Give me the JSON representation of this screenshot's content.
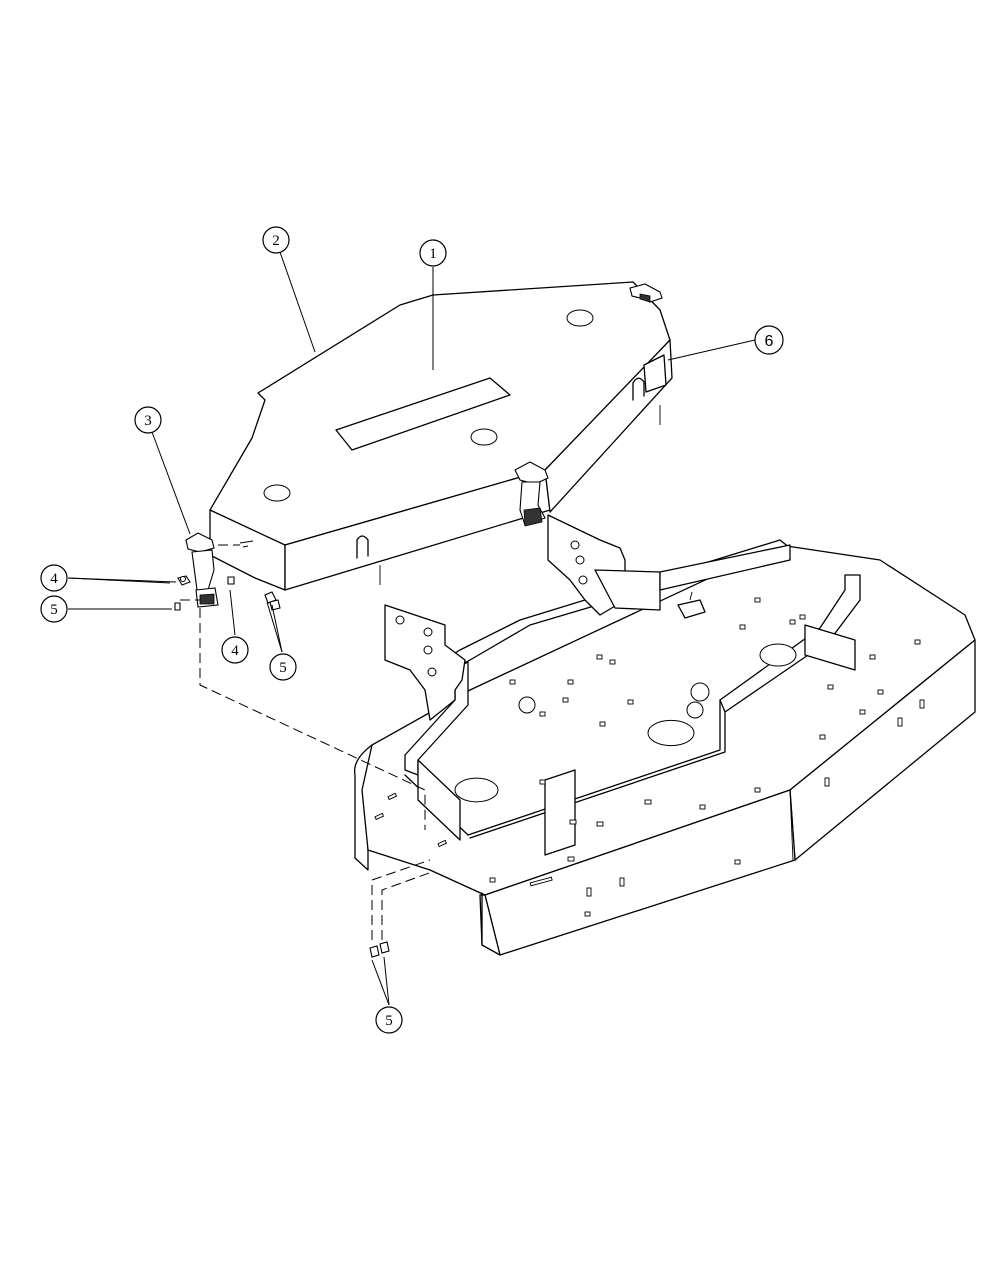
{
  "callouts": [
    {
      "id": "c1",
      "label": "1"
    },
    {
      "id": "c2",
      "label": "2"
    },
    {
      "id": "c3",
      "label": "3"
    },
    {
      "id": "c4a",
      "label": "4"
    },
    {
      "id": "c4b",
      "label": "4"
    },
    {
      "id": "c5a",
      "label": "5"
    },
    {
      "id": "c5b",
      "label": "5"
    },
    {
      "id": "c5c",
      "label": "5"
    },
    {
      "id": "c6",
      "label": "6"
    }
  ],
  "colors": {
    "line": "#000000",
    "background": "#ffffff"
  }
}
